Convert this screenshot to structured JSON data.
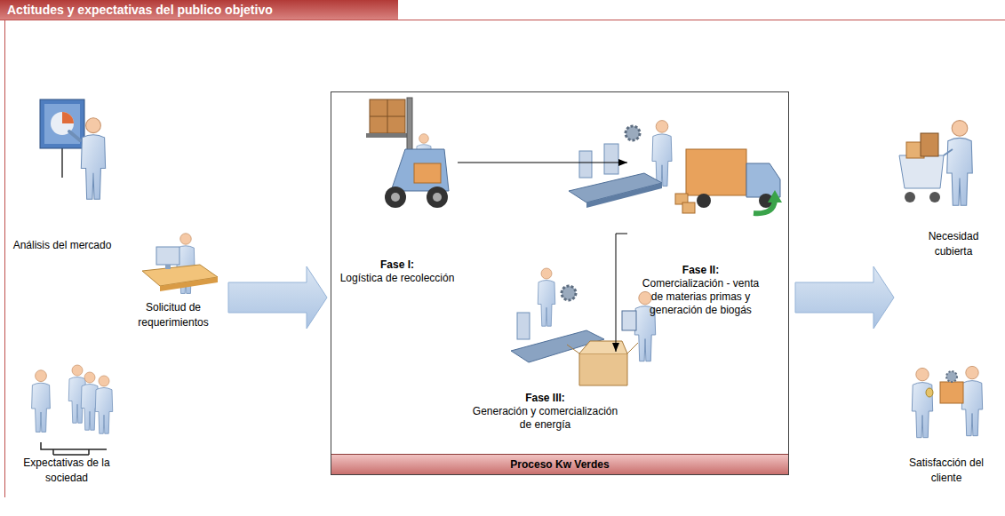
{
  "diagram": {
    "title": "Actitudes y expectativas del publico objetivo",
    "nodes": [
      {
        "text": [
          "Proceso Kw Verdes"
        ]
      },
      {
        "text": [
          "Fase I:",
          "Logística de recolección"
        ],
        "in": 0
      },
      {
        "text": [
          "Fase II:",
          "Comercialización - venta de materias primas y generación de biogás"
        ],
        "in": 0
      },
      {
        "text": [
          "Fase III:",
          "Generación y comercialización de energía"
        ],
        "in": 0
      }
    ],
    "edges": [
      {
        "from": 1,
        "to": 2,
        "arrow": "to"
      },
      {
        "from": 2,
        "to": 3,
        "arrow": "to"
      }
    ],
    "labels": [
      "Análisis del mercado",
      "Solicitud de requerimientos",
      "Expectativas de la sociedad",
      "Necesidad cubierta",
      "Satisfacción del cliente"
    ]
  }
}
